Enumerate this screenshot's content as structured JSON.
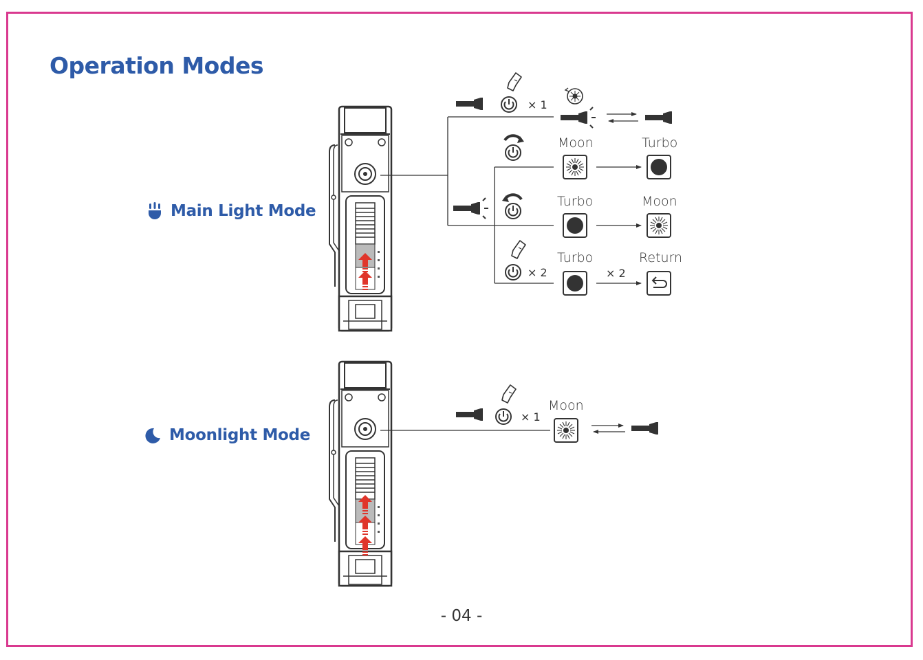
{
  "colors": {
    "frame": "#d9398f",
    "heading": "#2e5ba8",
    "arrow_red": "#e0352b",
    "ink": "#333333"
  },
  "page": {
    "title": "Operation Modes",
    "page_number": "- 04 -"
  },
  "main_light_mode": {
    "label": "Main Light Mode",
    "icon": "light-beam-icon",
    "row1": {
      "press": "× 1"
    },
    "row2": {
      "from": "Moon",
      "to": "Turbo"
    },
    "row3": {
      "from": "Turbo",
      "to": "Moon"
    },
    "row4": {
      "press": "× 2",
      "from": "Turbo",
      "to": "Return",
      "arrow_label": "× 2"
    }
  },
  "moonlight_mode": {
    "label": "Moonlight Mode",
    "icon": "crescent-moon-icon",
    "press": "× 1",
    "level": "Moon"
  }
}
